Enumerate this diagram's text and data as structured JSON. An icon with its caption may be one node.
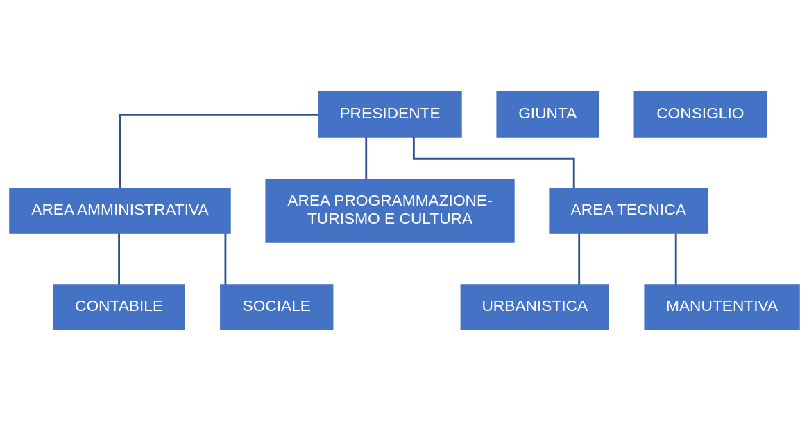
{
  "diagram": {
    "nodes": [
      {
        "text": [
          "PRESIDENTE"
        ]
      },
      {
        "text": [
          "GIUNTA"
        ]
      },
      {
        "text": [
          "CONSIGLIO"
        ]
      },
      {
        "text": [
          "AREA AMMINISTRATIVA"
        ]
      },
      {
        "text": [
          "AREA PROGRAMMAZIONE- TURISMO E CULTURA"
        ]
      },
      {
        "text": [
          "AREA TECNICA"
        ]
      },
      {
        "text": [
          "CONTABILE"
        ]
      },
      {
        "text": [
          "SOCIALE"
        ]
      },
      {
        "text": [
          "URBANISTICA"
        ]
      },
      {
        "text": [
          "MANUTENTIVA"
        ]
      }
    ],
    "edges": [
      {
        "from": 0,
        "to": 3,
        "arrow": "none"
      },
      {
        "from": 0,
        "to": 4,
        "arrow": "none"
      },
      {
        "from": 0,
        "to": 5,
        "arrow": "none"
      },
      {
        "from": 3,
        "to": 6,
        "arrow": "none"
      },
      {
        "from": 3,
        "to": 7,
        "arrow": "none"
      },
      {
        "from": 5,
        "to": 8,
        "arrow": "none"
      },
      {
        "from": 5,
        "to": 9,
        "arrow": "none"
      }
    ]
  }
}
